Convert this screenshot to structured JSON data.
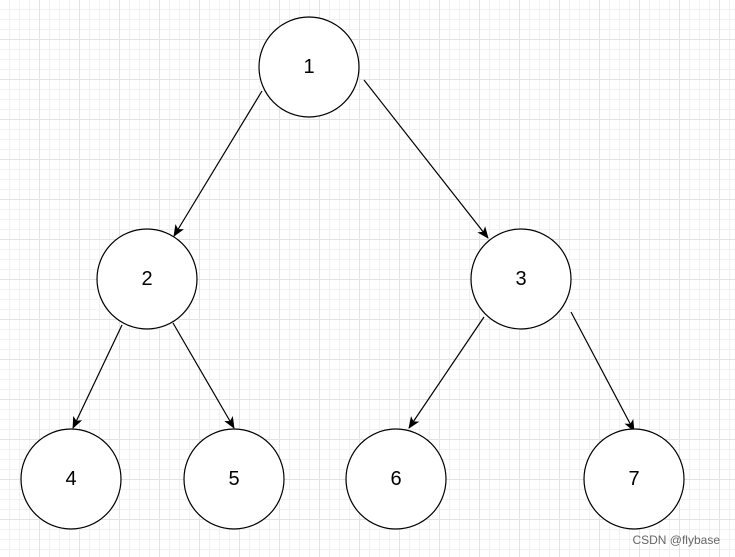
{
  "nodes": [
    {
      "id": "1",
      "label": "1"
    },
    {
      "id": "2",
      "label": "2"
    },
    {
      "id": "3",
      "label": "3"
    },
    {
      "id": "4",
      "label": "4"
    },
    {
      "id": "5",
      "label": "5"
    },
    {
      "id": "6",
      "label": "6"
    },
    {
      "id": "7",
      "label": "7"
    }
  ],
  "edges": [
    {
      "from": "1",
      "to": "2"
    },
    {
      "from": "1",
      "to": "3"
    },
    {
      "from": "2",
      "to": "4"
    },
    {
      "from": "2",
      "to": "5"
    },
    {
      "from": "3",
      "to": "6"
    },
    {
      "from": "3",
      "to": "7"
    }
  ],
  "watermark": "CSDN @flybase"
}
